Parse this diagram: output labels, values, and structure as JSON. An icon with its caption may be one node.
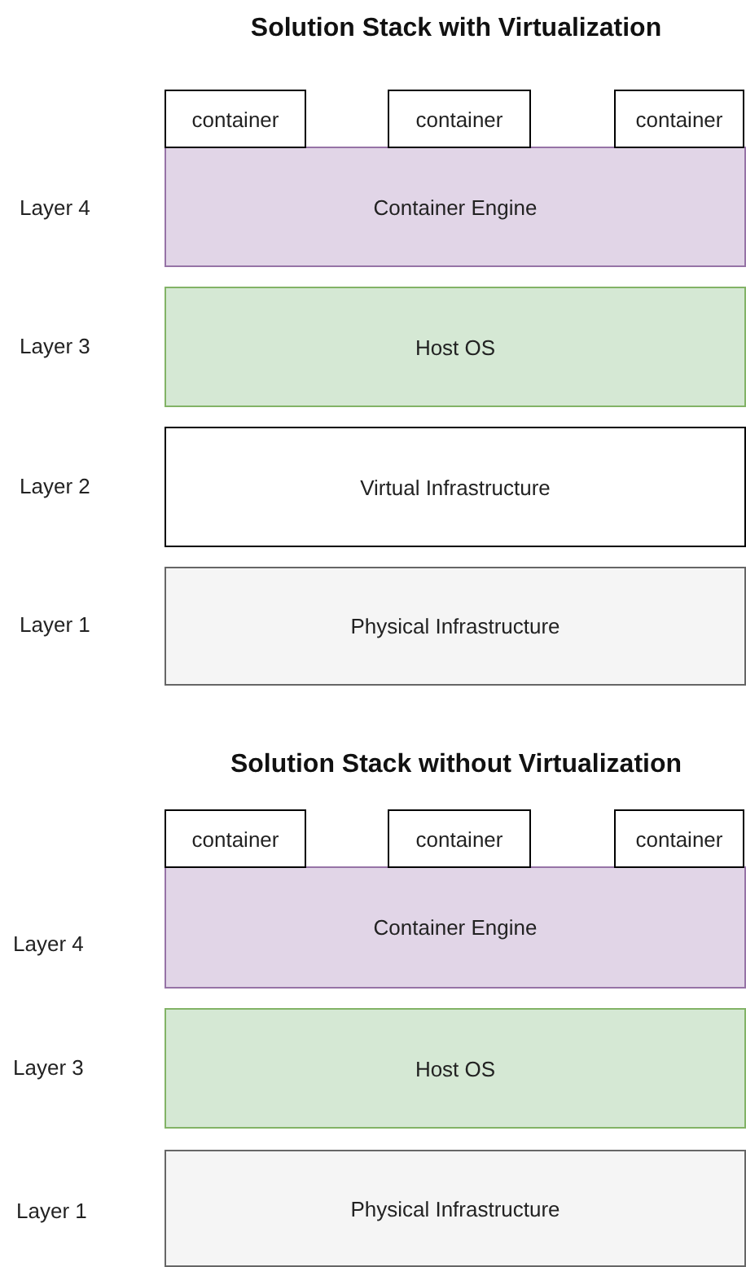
{
  "diagram": {
    "title": "Solution Stack with Virtualization",
    "nodes": [
      {
        "text": [
          "container"
        ]
      },
      {
        "text": [
          "container"
        ]
      },
      {
        "text": [
          "container"
        ]
      },
      {
        "text": [
          "Container Engine"
        ]
      },
      {
        "text": [
          "Host OS"
        ]
      },
      {
        "text": [
          "Virtual Infrastructure"
        ]
      },
      {
        "text": [
          "Physical Infrastructure"
        ]
      },
      {
        "text": [
          "container"
        ]
      },
      {
        "text": [
          "container"
        ]
      },
      {
        "text": [
          "container"
        ]
      },
      {
        "text": [
          "Container Engine"
        ]
      },
      {
        "text": [
          "Host OS"
        ]
      },
      {
        "text": [
          "Physical Infrastructure"
        ]
      }
    ],
    "labels": [
      "Layer 4",
      "Layer 3",
      "Layer 2",
      "Layer 1",
      "Solution Stack without Virtualization",
      "Layer 4",
      "Layer 3",
      "Layer 1"
    ]
  }
}
